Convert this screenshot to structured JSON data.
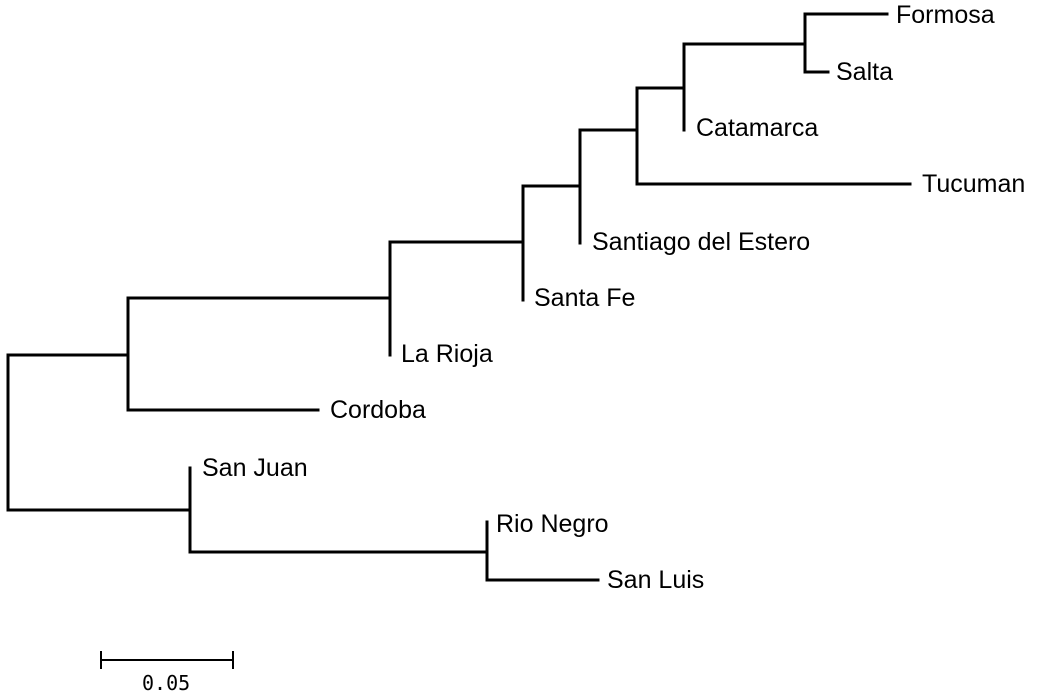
{
  "diagram": {
    "type": "phylogenetic-tree",
    "leaves": [
      {
        "id": "formosa",
        "label": "Formosa"
      },
      {
        "id": "salta",
        "label": "Salta"
      },
      {
        "id": "catamarca",
        "label": "Catamarca"
      },
      {
        "id": "tucuman",
        "label": "Tucuman"
      },
      {
        "id": "santiago",
        "label": "Santiago del Estero"
      },
      {
        "id": "santafe",
        "label": "Santa Fe"
      },
      {
        "id": "larioja",
        "label": "La Rioja"
      },
      {
        "id": "cordoba",
        "label": "Cordoba"
      },
      {
        "id": "sanjuan",
        "label": "San Juan"
      },
      {
        "id": "rionegro",
        "label": "Rio Negro"
      },
      {
        "id": "sanluis",
        "label": "San Luis"
      }
    ],
    "scale_bar": {
      "label": "0.05",
      "value": 0.05
    }
  }
}
